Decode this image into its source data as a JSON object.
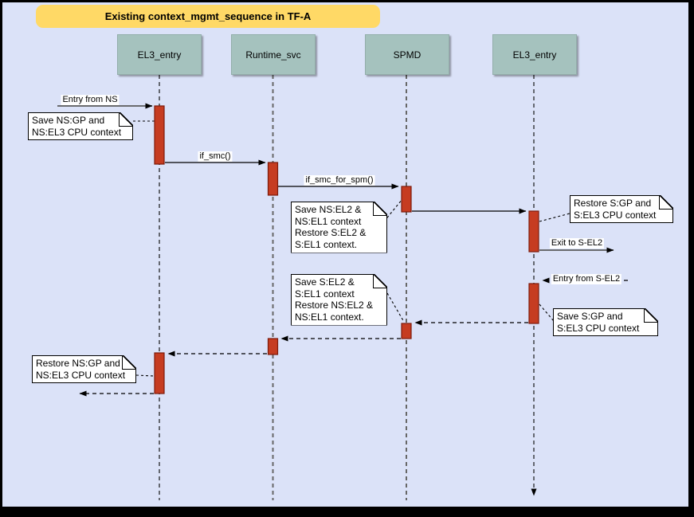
{
  "colors": {
    "page_background": "#dbe2f8",
    "frame_border": "#000000",
    "title_fill": "#ffd966",
    "actor_fill": "#a5c2be",
    "activation_fill": "#c63c21",
    "activation_border": "#7c1a0b",
    "note_fill": "#ffffff"
  },
  "title": {
    "text": "Existing context_mgmt_sequence in TF-A"
  },
  "actors": [
    {
      "label": "EL3_entry"
    },
    {
      "label": "Runtime_svc"
    },
    {
      "label": "SPMD"
    },
    {
      "label": "EL3_entry"
    }
  ],
  "messages": [
    {
      "label": "Entry from NS",
      "style": "solid",
      "from": "external",
      "to": "EL3_entry"
    },
    {
      "label": "if_smc()",
      "style": "solid",
      "from": "EL3_entry",
      "to": "Runtime_svc"
    },
    {
      "label": "if_smc_for_spm()",
      "style": "solid",
      "from": "Runtime_svc",
      "to": "SPMD"
    },
    {
      "label": "",
      "style": "solid",
      "from": "SPMD",
      "to": "EL3_entry-right"
    },
    {
      "label": "Exit to S-EL2",
      "style": "solid",
      "from": "EL3_entry-right",
      "to": "external"
    },
    {
      "label": "Entry from S-EL2",
      "style": "dashed",
      "from": "external",
      "to": "EL3_entry-right"
    },
    {
      "label": "",
      "style": "dashed",
      "from": "EL3_entry-right",
      "to": "SPMD"
    },
    {
      "label": "",
      "style": "dashed",
      "from": "SPMD",
      "to": "Runtime_svc"
    },
    {
      "label": "",
      "style": "dashed",
      "from": "Runtime_svc",
      "to": "EL3_entry"
    },
    {
      "label": "",
      "style": "dashed",
      "from": "EL3_entry",
      "to": "external"
    }
  ],
  "notes": [
    {
      "text": "Save NS:GP and\nNS:EL3 CPU context"
    },
    {
      "text": "Save NS:EL2 &\nNS:EL1 context\nRestore S:EL2 &\nS:EL1 context."
    },
    {
      "text": "Restore S:GP and\nS:EL3 CPU context"
    },
    {
      "text": "Save S:EL2 &\nS:EL1 context\nRestore NS:EL2 &\nNS:EL1 context."
    },
    {
      "text": "Save S:GP and\nS:EL3 CPU context"
    },
    {
      "text": "Restore NS:GP and\nNS:EL3 CPU context"
    }
  ]
}
